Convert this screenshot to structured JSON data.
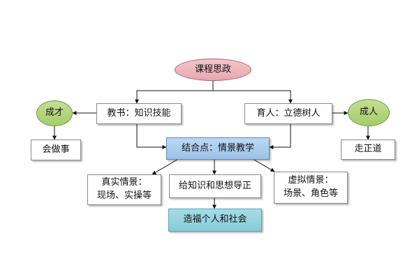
{
  "diagram": {
    "nodes": {
      "course_ideology": "课程思政",
      "teaching_book": "教书：知识技能",
      "educating_people": "育人：立德树人",
      "becoming_talent": "成才",
      "become_person": "成人",
      "can_do_things": "会做事",
      "right_path": "走正道",
      "combination_point": "结合点：情景教学",
      "real_scene_line1": "真实情景：",
      "real_scene_line2": "现场、实操等",
      "knowledge_thought": "给知识和思想导正",
      "virtual_scene_line1": "虚拟情景：",
      "virtual_scene_line2": "场景、角色等",
      "benefit_society": "造福个人和社会"
    }
  }
}
